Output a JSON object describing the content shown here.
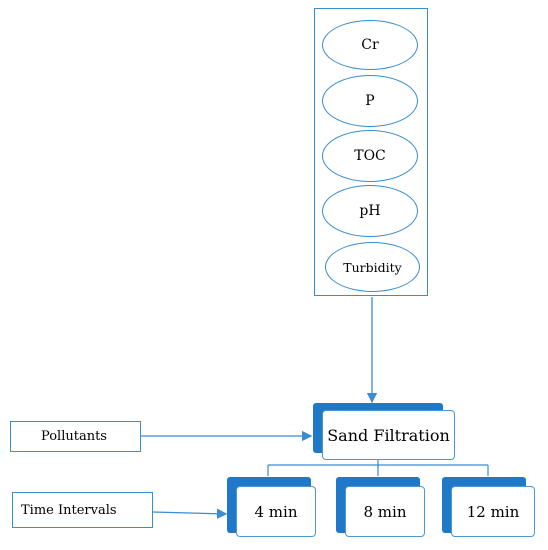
{
  "parameters": [
    "Cr",
    "P",
    "TOC",
    "pH",
    "Turbidity"
  ],
  "process": {
    "label": "Sand Filtration"
  },
  "inputs": {
    "pollutants": "Pollutants",
    "time_intervals": "Time Intervals"
  },
  "intervals": [
    "4 min",
    "8 min",
    "12 min"
  ],
  "colors": {
    "accent": "#1f78c8",
    "outline": "#3a8dd0"
  }
}
